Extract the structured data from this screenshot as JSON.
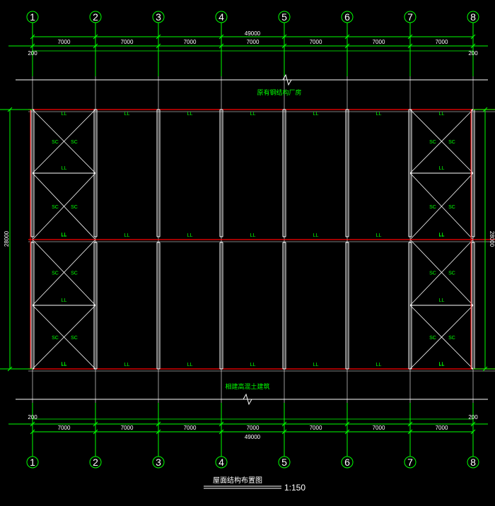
{
  "axes": {
    "labels": [
      "1",
      "2",
      "3",
      "4",
      "5",
      "6",
      "7",
      "8"
    ]
  },
  "dimensions": {
    "bay": [
      "7000",
      "7000",
      "7000",
      "7000",
      "7000",
      "7000",
      "7000"
    ],
    "total": "49000",
    "offset": "200",
    "height": "28000"
  },
  "labels": {
    "beam": "LL",
    "brace": "SC"
  },
  "notes": {
    "top": "原有钢结构厂房",
    "bottom": "相建高混土建筑"
  },
  "title": {
    "text": "屋面结构布置图",
    "scale": "1:150"
  },
  "colors": {
    "background": "#000000",
    "gridline": "#00ff00",
    "beam": "#ff0000",
    "member": "#ffffff",
    "text": "#ffffff",
    "annotation": "#00ff00"
  }
}
